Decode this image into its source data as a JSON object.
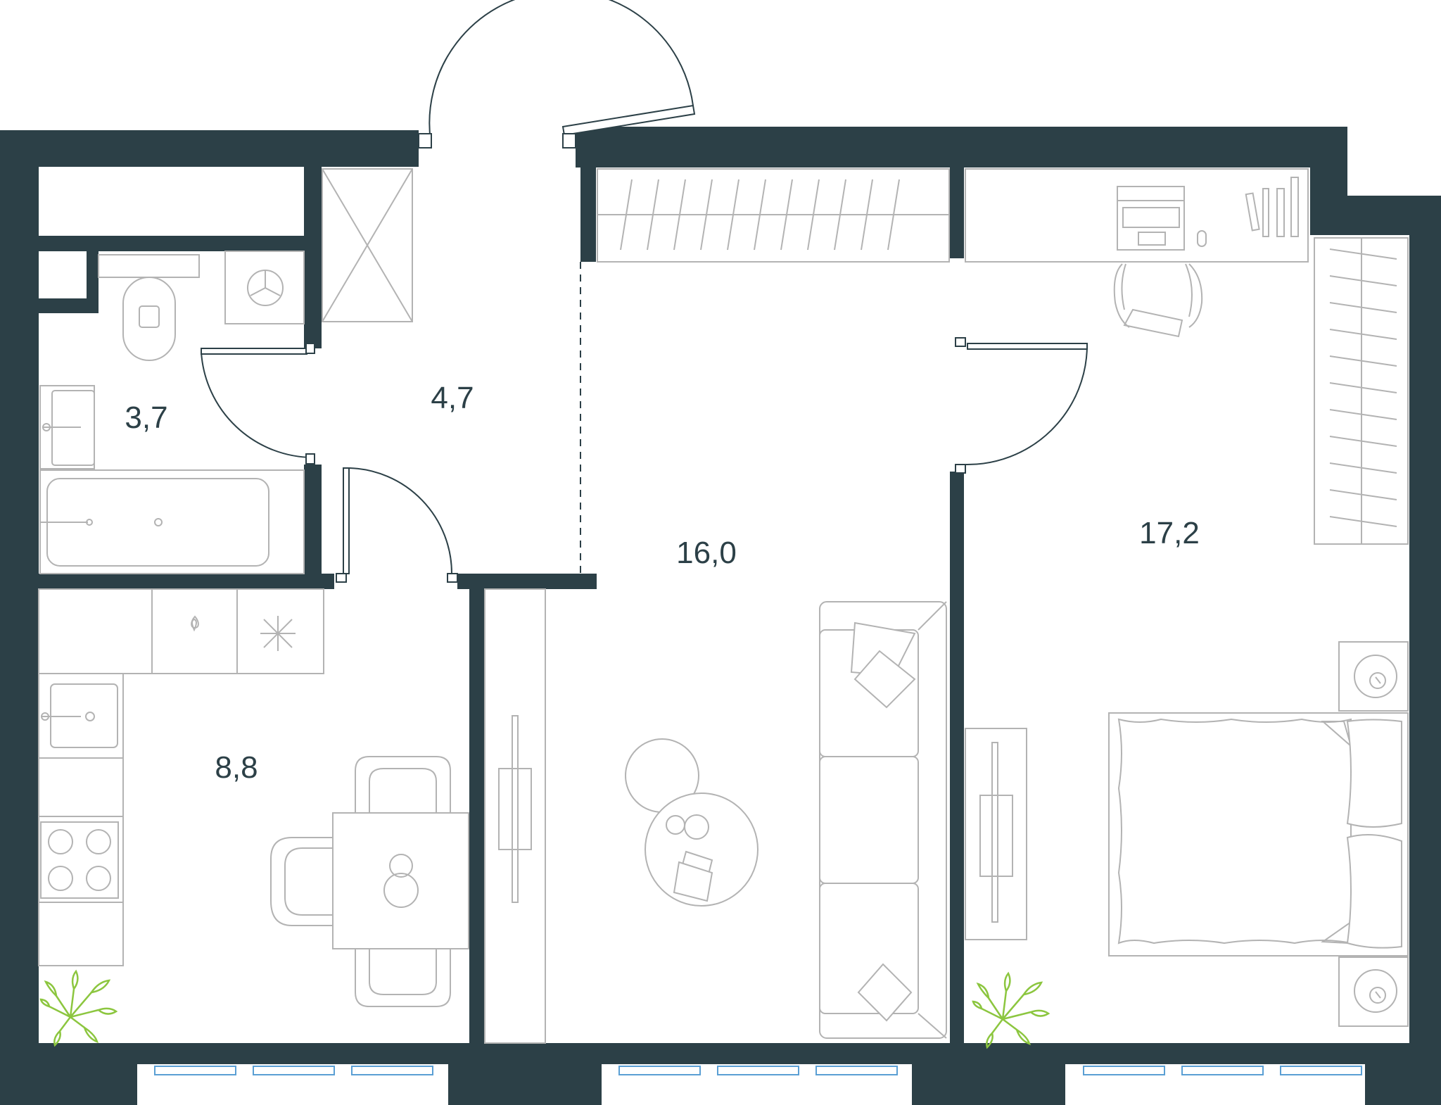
{
  "plan": {
    "rooms": [
      {
        "id": "bathroom",
        "area": "3,7"
      },
      {
        "id": "hallway",
        "area": "4,7"
      },
      {
        "id": "kitchen",
        "area": "8,8"
      },
      {
        "id": "living-room",
        "area": "16,0"
      },
      {
        "id": "bedroom",
        "area": "17,2"
      }
    ]
  },
  "colors": {
    "wall": "#2c4047",
    "furniture": "#b3b3b3",
    "plant": "#8cc63f",
    "window_glass": "#5a9fd4"
  }
}
